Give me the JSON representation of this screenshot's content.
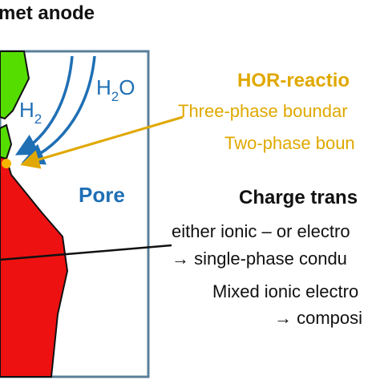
{
  "title": "met anode",
  "labels": {
    "h2_main": "H",
    "h2_sub": "2",
    "h2o_h": "H",
    "h2o_sub": "2",
    "h2o_o": "O",
    "pore": "Pore"
  },
  "hor": {
    "heading": "HOR-reactio",
    "three_phase": "Three-phase boundar",
    "two_phase": "Two-phase boun"
  },
  "charge": {
    "heading": "Charge trans",
    "line1": "either ionic – or electro",
    "line2": "→ single-phase condu",
    "line3": "Mixed ionic electro",
    "line4": "→ composi"
  },
  "colors": {
    "green": "#55dd00",
    "red": "#ee1111",
    "pore_border": "#5a7f99",
    "blue": "#1f6fb5",
    "gold": "#e0a800",
    "dot": "#f4b400"
  }
}
